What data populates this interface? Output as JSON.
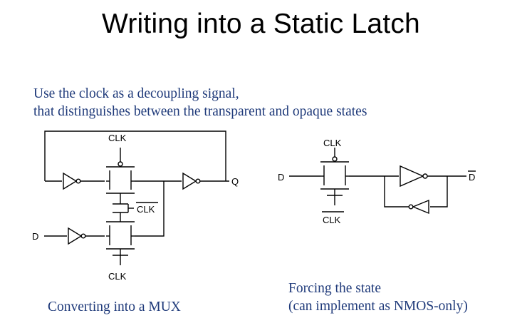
{
  "title": "Writing into a Static Latch",
  "subtitle_lines": [
    "Use the clock as a decoupling signal,",
    "that distinguishes between the transparent and opaque states"
  ],
  "left_circuit": {
    "clk_top": "CLK",
    "clk_bar": "CLK",
    "clk_bottom": "CLK",
    "input": "D",
    "output": "Q",
    "caption": "Converting into a MUX"
  },
  "right_circuit": {
    "clk_top": "CLK",
    "clk_bar": "CLK",
    "input": "D",
    "output": "D",
    "caption_lines": [
      "Forcing the state",
      "(can implement as NMOS-only)"
    ]
  },
  "colors": {
    "accent": "#1f3a7a"
  }
}
